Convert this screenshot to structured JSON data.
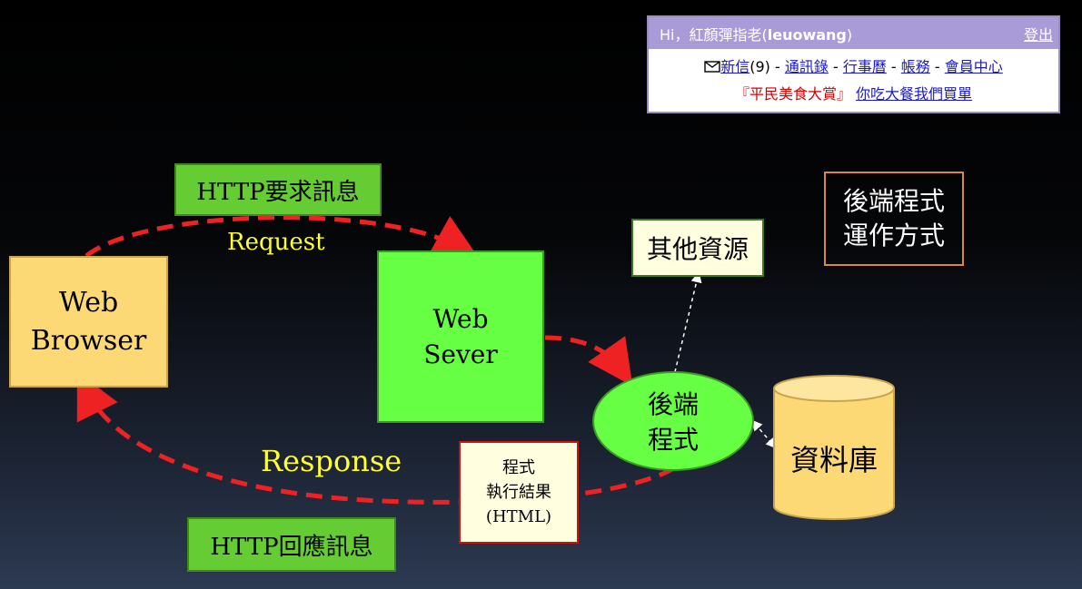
{
  "panel": {
    "greeting": "Hi，紅顏彈指老(",
    "user": "leuowang",
    "greeting_end": ")",
    "logout": "登出",
    "mail_icon": "envelope-icon",
    "links": [
      "新信",
      "通訊錄",
      "行事曆",
      "帳務",
      "會員中心"
    ],
    "mail_count": "(9)",
    "promo": "『平民美食大賞』",
    "promo_link": "你吃大餐我們買單"
  },
  "diagram": {
    "http_request_label": "HTTP要求訊息",
    "request": "Request",
    "browser_line1": "Web",
    "browser_line2": "Browser",
    "server_line1": "Web",
    "server_line2": "Sever",
    "other_resources": "其他資源",
    "backend_line1": "後端",
    "backend_line2": "程式",
    "database": "資料庫",
    "title_line1": "後端程式",
    "title_line2": "運作方式",
    "response": "Response",
    "result_line1": "程式",
    "result_line2": "執行結果",
    "result_line3": "(HTML)",
    "http_response_label": "HTTP回應訊息"
  },
  "colors": {
    "arrow": "#ee2222",
    "label_text": "#ffff33",
    "browser_fill": "#fcd974",
    "server_fill": "#66ff44",
    "backend_fill": "#66ff44",
    "database_fill": "#fcd974"
  }
}
